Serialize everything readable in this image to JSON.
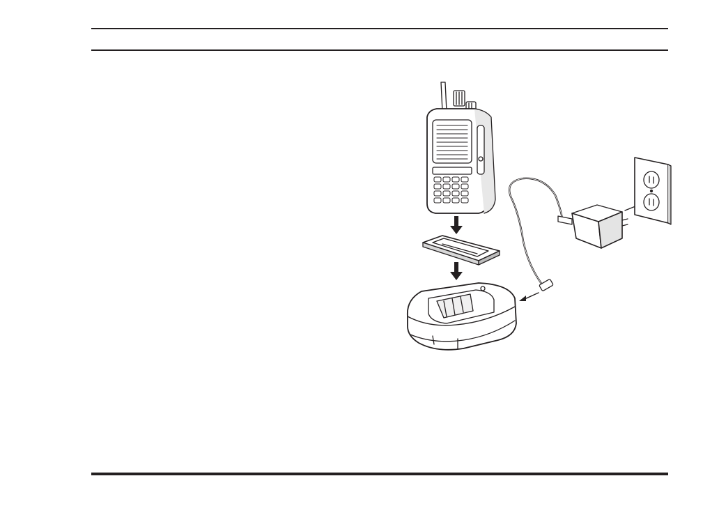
{
  "page": {
    "header_rules": [
      "top-rule",
      "second-rule"
    ],
    "footer_rule": "bottom-rule"
  },
  "figure": {
    "subject": "charging setup",
    "components": [
      "radio",
      "battery-adapter",
      "charger-cradle",
      "ac-adapter",
      "wall-outlet"
    ],
    "icons": [
      "down-arrow-icon",
      "down-arrow-icon",
      "left-arrow-icon",
      "right-arrow-icon"
    ],
    "line_color": "#231f20",
    "fill_color": "#ffffff"
  }
}
